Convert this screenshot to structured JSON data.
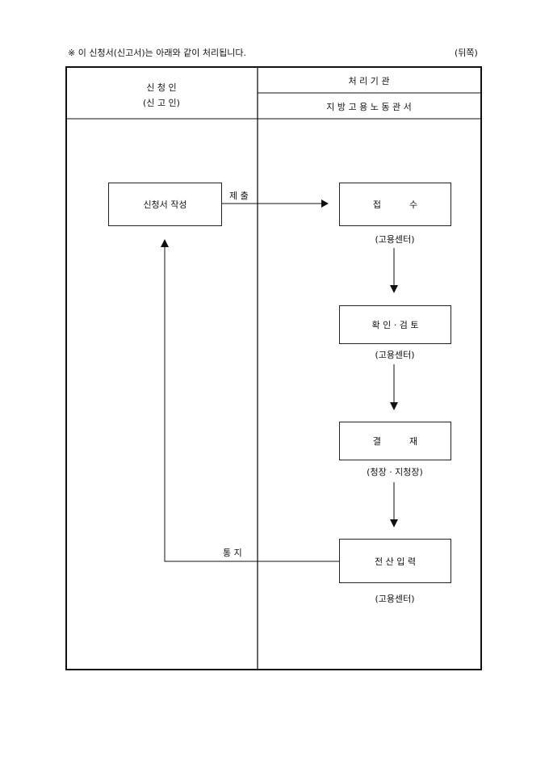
{
  "note": "※ 이 신청서(신고서)는 아래와 같이 처리됩니다.",
  "side_label": "(뒤쪽)",
  "header": {
    "applicant": "신 청 인",
    "applicant_sub": "(신 고 인)",
    "agency": "처 리 기 관",
    "agency_sub": "지 방 고 용 노 동 관 서"
  },
  "flow": {
    "write": "신청서 작성",
    "submit_label": "제 출",
    "notify_label": "통 지",
    "steps": [
      {
        "label": "접          수",
        "caption": "(고용센터)"
      },
      {
        "label": "확 인 · 검 토",
        "caption": "(고용센터)"
      },
      {
        "label": "결          재",
        "caption": "(청장 · 지청장)"
      },
      {
        "label": "전 산 입 력",
        "caption": "(고용센터)"
      }
    ]
  }
}
